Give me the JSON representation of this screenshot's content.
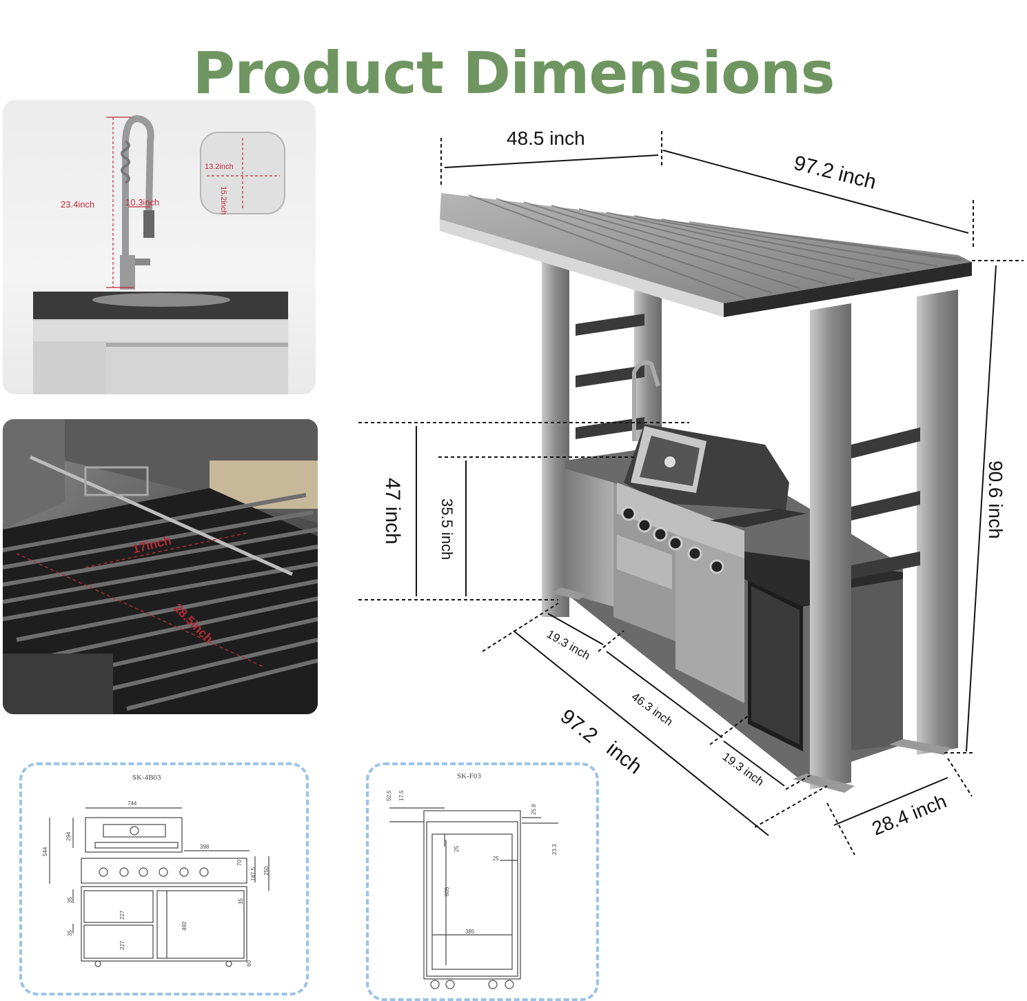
{
  "title": "Product Dimensions",
  "faucet_panel": {
    "height_label": "23.4inch",
    "reach_label": "10.3inch",
    "sink_width_label": "13.2inch",
    "sink_depth_label": "15.2inch"
  },
  "grill_panel": {
    "rotisserie_label": "17inch",
    "grate_label": "28.5inch"
  },
  "main_diagram": {
    "roof_depth": "48.5 inch",
    "roof_length": "97.2 inch",
    "total_height": "90.6 inch",
    "counter_height_tall": "47 inch",
    "counter_height": "35.5 inch",
    "cabinet_depth_left": "19.3 inch",
    "grill_width": "46.3 inch",
    "cabinet_depth_right": "19.3 inch",
    "total_length_num": "97.2",
    "total_length_unit": "inch",
    "base_depth": "28.4 inch"
  },
  "drawing_4b03": {
    "model": "SK-4B03",
    "dims": [
      "744",
      "544",
      "294",
      "398",
      "70",
      "147.5",
      "250",
      "35",
      "227",
      "492",
      "35",
      "227",
      "60",
      "35"
    ]
  },
  "drawing_f03": {
    "model": "SK-F03",
    "dims": [
      "52.5",
      "17.5",
      "25.8",
      "23.3",
      "25",
      "25",
      "605",
      "385"
    ]
  }
}
